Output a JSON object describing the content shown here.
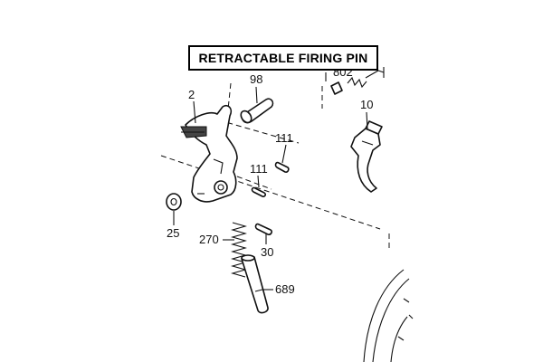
{
  "title": "RETRACTABLE FIRING PIN",
  "callouts": {
    "hammer": "2",
    "strut_plunger": "98",
    "sear": "10",
    "pin_upper": "111",
    "pin_lower": "111",
    "bushing": "25",
    "spring": "270",
    "stop_pin": "30",
    "firing_pin_rod": "689",
    "top_cut_label": "802"
  }
}
